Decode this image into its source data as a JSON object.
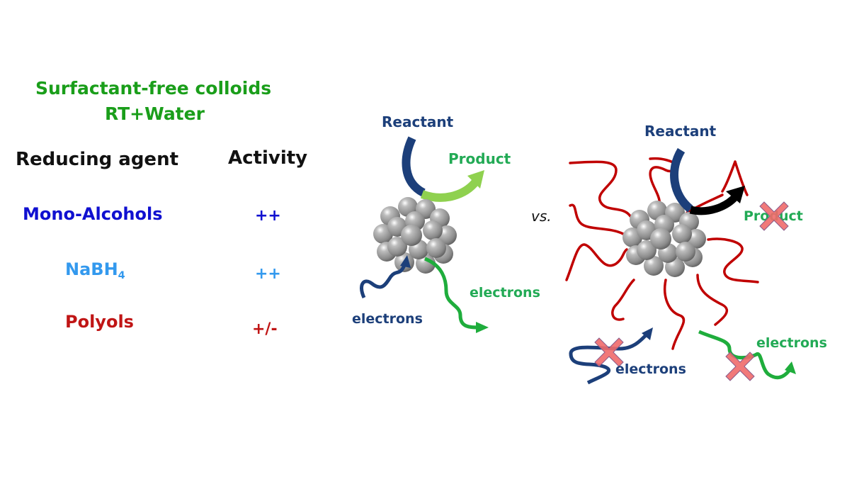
{
  "title": {
    "line1": "Surfactant-free colloids",
    "line2": "RT+Water"
  },
  "table": {
    "headers": [
      "Reducing agent",
      "Activity"
    ],
    "rows": [
      {
        "agent": "Mono-Alcohols",
        "agent_sub": "",
        "activity": "++",
        "color": "#1010d0"
      },
      {
        "agent": "NaBH",
        "agent_sub": "4",
        "activity": "++",
        "color": "#3399ee"
      },
      {
        "agent": "Polyols",
        "agent_sub": "",
        "activity": "+/-",
        "color": "#c01515"
      }
    ]
  },
  "diagram": {
    "left_panel": {
      "reactant_label": "Reactant",
      "product_label": "Product",
      "electrons_in_label": "electrons",
      "electrons_out_label": "electrons"
    },
    "separator_label": "vs.",
    "right_panel": {
      "reactant_label": "Reactant",
      "product_label": "Product",
      "electrons_in_label": "electrons",
      "electrons_out_label": "electrons",
      "blocked_marks": [
        "product-blocked",
        "electrons-in-blocked",
        "electrons-out-blocked"
      ]
    },
    "colors": {
      "reactant": "#1c3f7a",
      "product_ok": "#8fd14f",
      "product_text": "#22aa55",
      "electrons_in": "#1c3f7a",
      "electrons_out": "#1fad3c",
      "surfactant_chain": "#c00000",
      "block_cross": "#f06a6a",
      "blocked_product_arrow": "#000000"
    }
  }
}
